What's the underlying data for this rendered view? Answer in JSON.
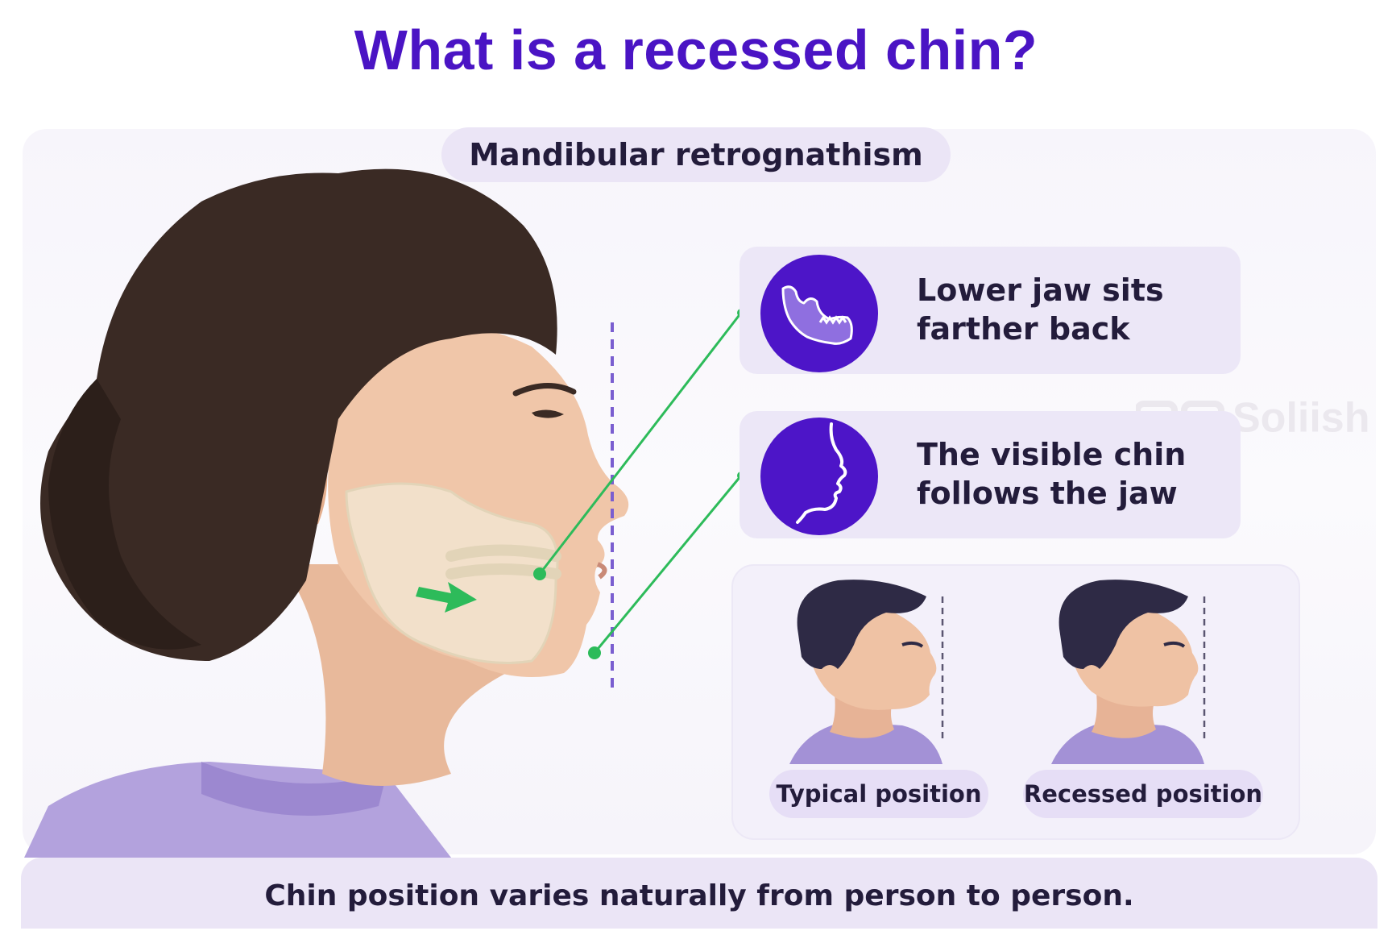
{
  "title": "What is a recessed chin?",
  "subtitle": "Mandibular retrognathism",
  "features": [
    {
      "icon": "jaw-bone-icon",
      "lines": [
        "Lower jaw sits",
        "farther back"
      ]
    },
    {
      "icon": "face-profile-icon",
      "lines": [
        "The visible chin",
        "follows the jaw"
      ]
    }
  ],
  "comparison": [
    {
      "label": "Typical position",
      "icon": "male-profile-typical"
    },
    {
      "label": "Recessed position",
      "icon": "male-profile-recessed"
    }
  ],
  "footer": "Chin position varies naturally from person to person.",
  "watermark": "Soliish",
  "colors": {
    "title": "#4a14c4",
    "accent": "#4d15c8",
    "pill": "#ebe5f6",
    "callout_line": "#2dbb5a",
    "shirt": "#a896d8",
    "hair": "#3a2a24"
  }
}
